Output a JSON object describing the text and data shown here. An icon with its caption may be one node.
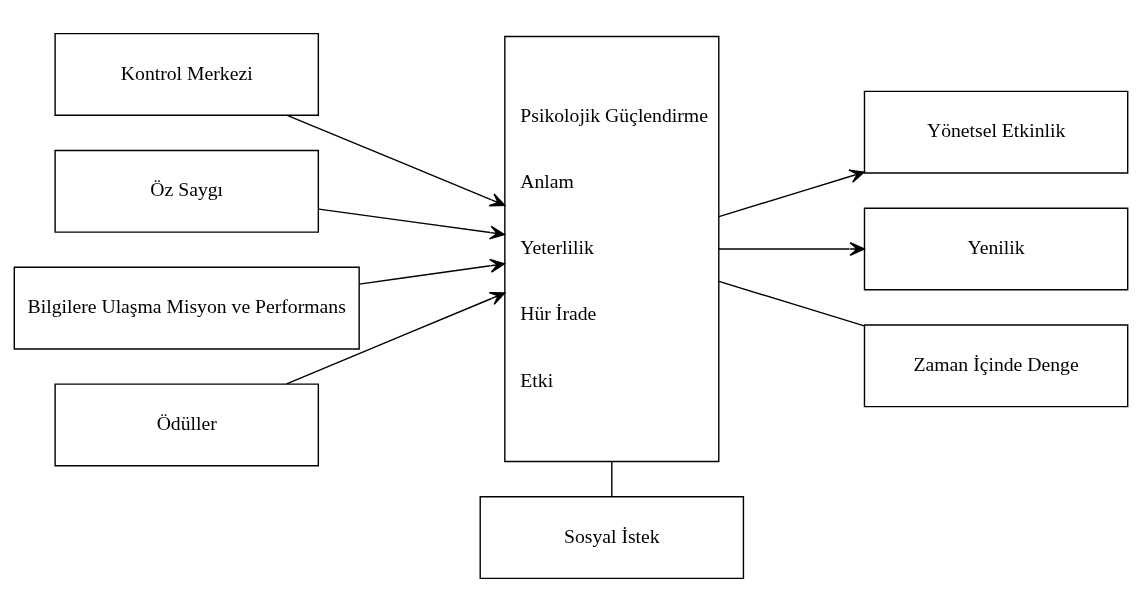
{
  "diagram": {
    "nodes": [
      {
        "text": [
          "Kontrol Merkezi"
        ]
      },
      {
        "text": [
          "Öz Saygı"
        ]
      },
      {
        "text": [
          "Bilgilere Ulaşma Misyon ve Performans"
        ]
      },
      {
        "text": [
          "Ödüller"
        ]
      },
      {
        "text": [
          "Psikolojik Güçlendirme",
          "Anlam",
          "Yeterlilik",
          "Hür İrade",
          "Etki"
        ]
      },
      {
        "text": [
          "Yönetsel Etkinlik"
        ]
      },
      {
        "text": [
          "Yenilik"
        ]
      },
      {
        "text": [
          "Sosyal İstek"
        ]
      },
      {
        "text": [
          "Zaman İçinde Denge"
        ]
      }
    ],
    "edges": [
      {
        "from": 0,
        "to": 4,
        "arrow": "to"
      },
      {
        "from": 1,
        "to": 4,
        "arrow": "to"
      },
      {
        "from": 2,
        "to": 4,
        "arrow": "to"
      },
      {
        "from": 3,
        "to": 4,
        "arrow": "to"
      },
      {
        "from": 4,
        "to": 5,
        "arrow": "to"
      },
      {
        "from": 4,
        "to": 6,
        "arrow": "to"
      },
      {
        "from": 4,
        "to": 7,
        "arrow": "none"
      },
      {
        "from": 4,
        "to": 8,
        "arrow": "none"
      }
    ]
  }
}
